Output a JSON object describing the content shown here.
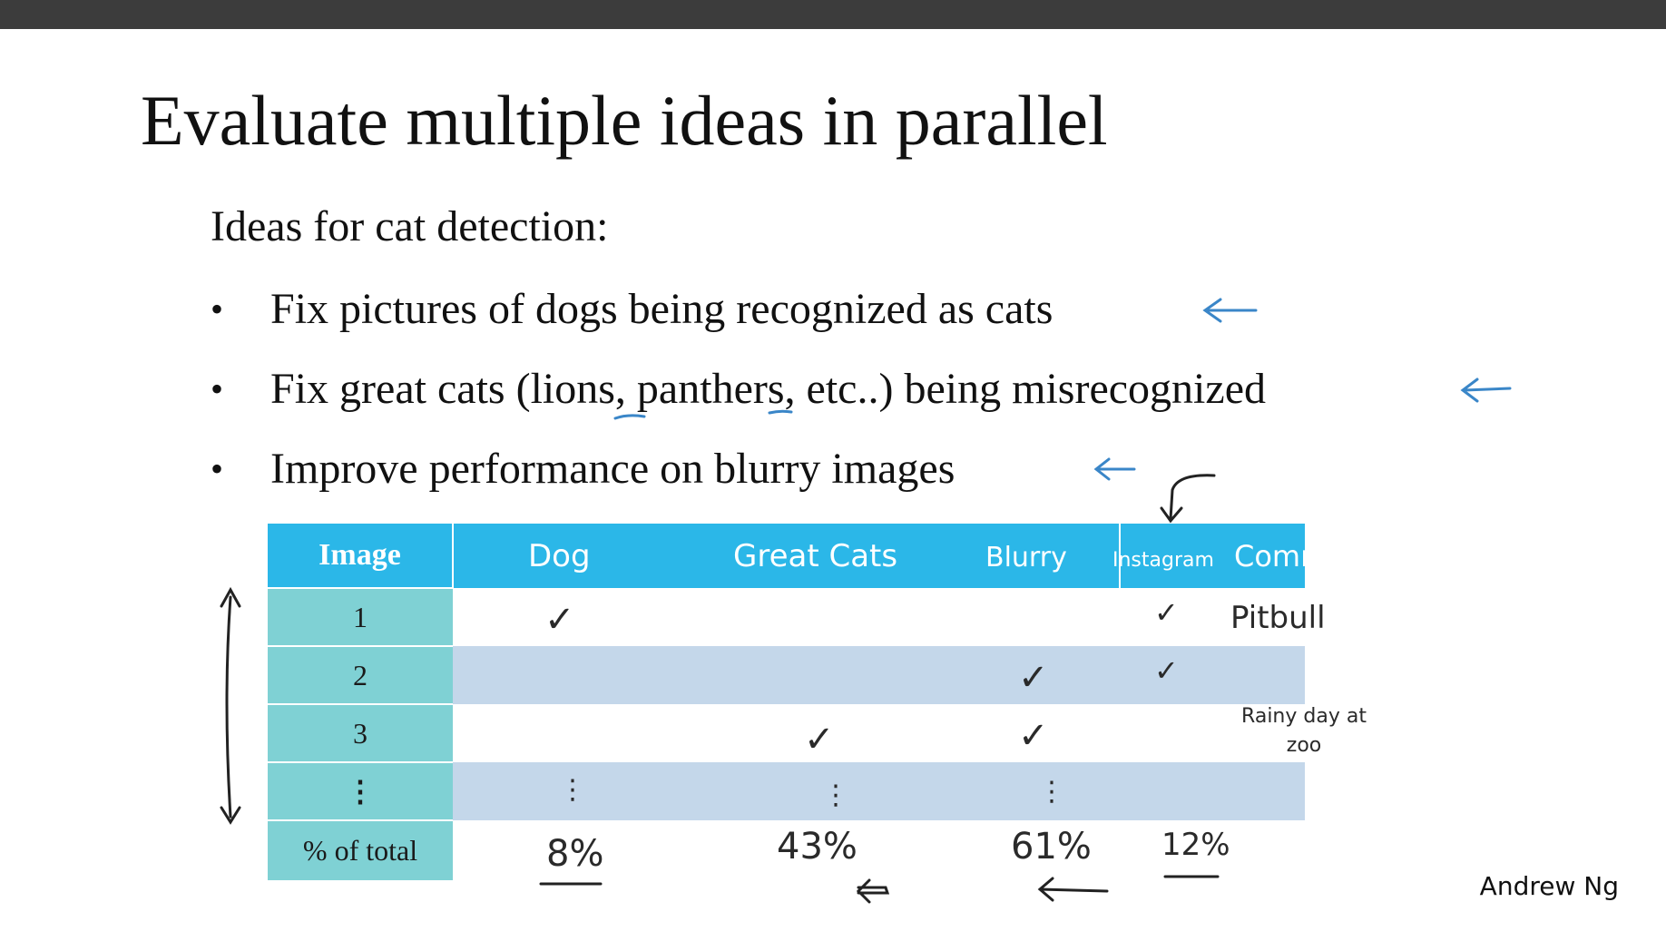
{
  "slide": {
    "title": "Evaluate multiple ideas in parallel",
    "subtitle": "Ideas for cat detection:",
    "bullets": [
      "Fix pictures of dogs being recognized as cats",
      "Fix great cats (lions, panthers, etc..) being misrecognized",
      "Improve performance on blurry images"
    ],
    "author": "Andrew Ng"
  },
  "table": {
    "headers": [
      "Image",
      "Dog",
      "Great Cats",
      "Blurry",
      "Instagram",
      "Comments"
    ],
    "rows": [
      {
        "image": "1",
        "dog": "✓",
        "great_cats": "",
        "blurry": "",
        "instagram": "✓",
        "comments": "Pitbull"
      },
      {
        "image": "2",
        "dog": "",
        "great_cats": "",
        "blurry": "✓",
        "instagram": "✓",
        "comments": ""
      },
      {
        "image": "3",
        "dog": "",
        "great_cats": "✓",
        "blurry": "✓",
        "instagram": "",
        "comments": "Rainy day at zoo"
      },
      {
        "image": "⋮",
        "dog": "⋮",
        "great_cats": "⋮",
        "blurry": "⋮",
        "instagram": "",
        "comments": ""
      }
    ],
    "totals": {
      "label": "% of total",
      "dog": "8%",
      "great_cats": "43%",
      "blurry": "61%",
      "instagram": "12%",
      "comments": ""
    }
  },
  "colors": {
    "header_bg": "#2bb7e8",
    "image_col_bg": "#7fd1d4",
    "alt_row_bg": "#c4d7ea",
    "ink_blue": "#3a86c8"
  }
}
